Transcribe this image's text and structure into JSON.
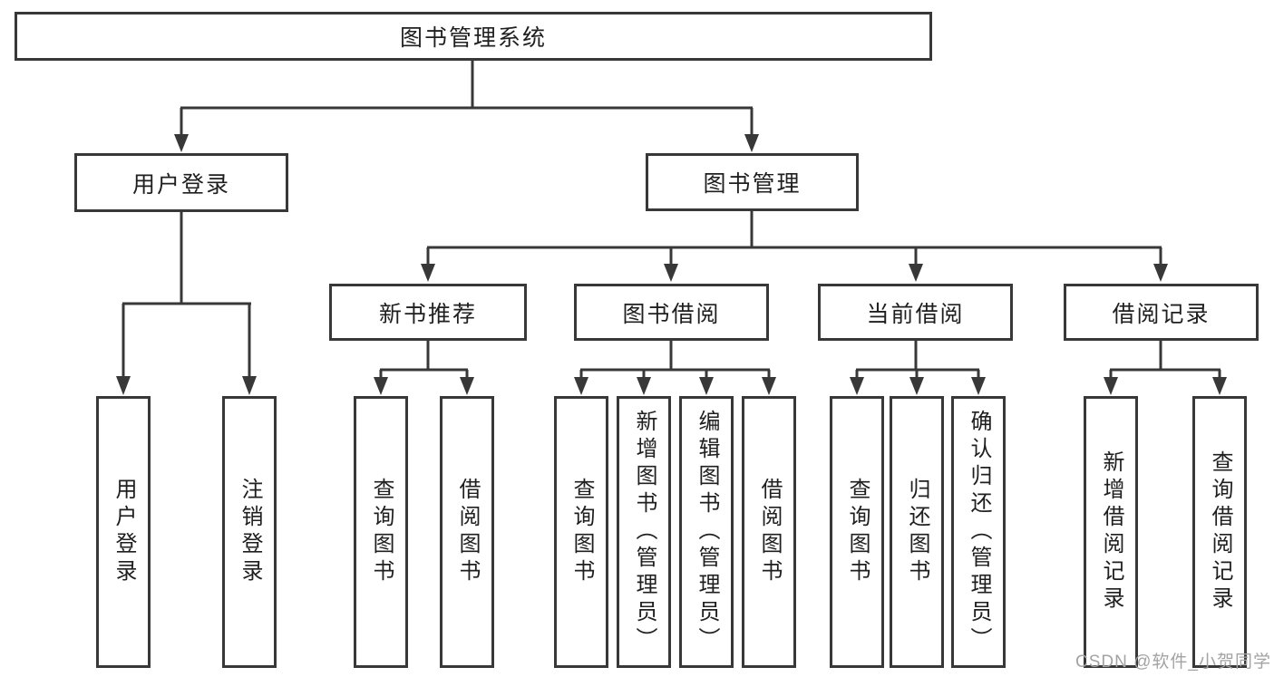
{
  "diagram_title": "图书管理系统",
  "watermark": "CSDN @软件_小贺同学",
  "colors": {
    "line": "#383838",
    "text": "#1f1f1f",
    "background": "#ffffff",
    "watermark": "#a3a3a3"
  },
  "tree": {
    "label": "图书管理系统",
    "children": [
      {
        "label": "用户登录",
        "children": [
          {
            "label": "用户登录"
          },
          {
            "label": "注销登录"
          }
        ]
      },
      {
        "label": "图书管理",
        "children": [
          {
            "label": "新书推荐",
            "children": [
              {
                "label": "查询图书"
              },
              {
                "label": "借阅图书"
              }
            ]
          },
          {
            "label": "图书借阅",
            "children": [
              {
                "label": "查询图书"
              },
              {
                "label": "新增图书（管理员）"
              },
              {
                "label": "编辑图书（管理员）"
              },
              {
                "label": "借阅图书"
              }
            ]
          },
          {
            "label": "当前借阅",
            "children": [
              {
                "label": "查询图书"
              },
              {
                "label": "归还图书"
              },
              {
                "label": "确认归还（管理员）"
              }
            ]
          },
          {
            "label": "借阅记录",
            "children": [
              {
                "label": "新增借阅记录"
              },
              {
                "label": "查询借阅记录"
              }
            ]
          }
        ]
      }
    ]
  }
}
